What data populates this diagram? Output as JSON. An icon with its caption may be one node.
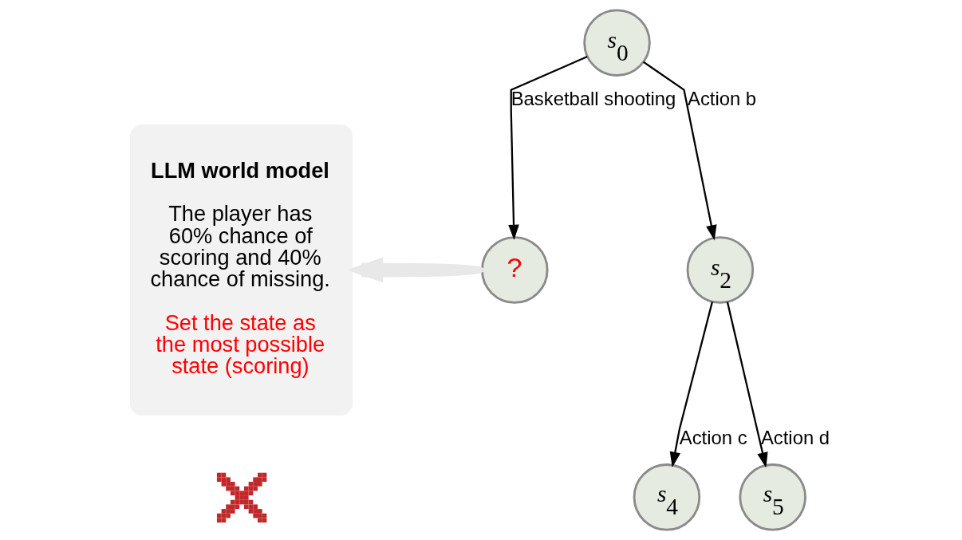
{
  "diagram": {
    "nodes": [
      {
        "text": [
          "LLM world model",
          "The player has 60% chance of scoring and 40% chance of missing.",
          "Set the state as the most possible state (scoring)"
        ]
      },
      {
        "text": [],
        "shape": "cross"
      },
      {
        "text": [
          "*s*$_{0}$"
        ]
      },
      {
        "text": [
          "?"
        ]
      },
      {
        "text": [
          "*s*$_{2}$"
        ]
      },
      {
        "text": [
          "*s*$_{4}$"
        ]
      },
      {
        "text": [
          "*s*$_{5}$"
        ]
      }
    ],
    "edges": [
      {
        "from": 2,
        "to": 3,
        "arrow": "to",
        "label": "Basketball shooting"
      },
      {
        "from": 2,
        "to": 4,
        "arrow": "to",
        "label": "Action b"
      },
      {
        "from": 4,
        "to": 5,
        "arrow": "to",
        "label": "Action c"
      },
      {
        "from": 4,
        "to": 6,
        "arrow": "to",
        "label": "Action d"
      },
      {
        "from": 3,
        "to": 0,
        "arrow": "to",
        "style": "thick",
        "color": "#e8e8e8"
      }
    ]
  }
}
